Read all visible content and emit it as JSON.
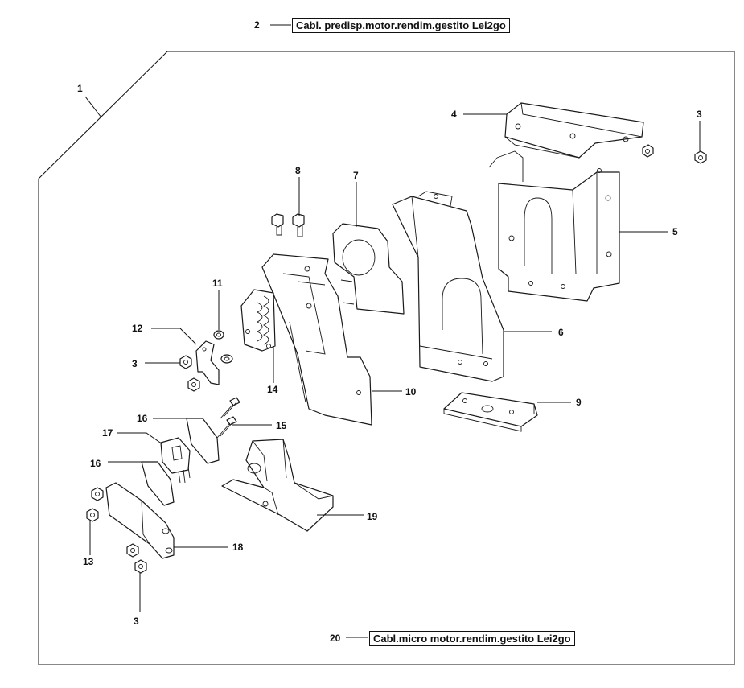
{
  "header_label": {
    "number": "2",
    "text": "Cabl. predisp.motor.rendim.gestito Lei2go"
  },
  "footer_label": {
    "number": "20",
    "text": "Cabl.micro motor.rendim.gestito Lei2go"
  },
  "callouts": {
    "c1": "1",
    "c3a": "3",
    "c3b": "3",
    "c3c": "3",
    "c4": "4",
    "c5": "5",
    "c6": "6",
    "c7": "7",
    "c8": "8",
    "c9": "9",
    "c10": "10",
    "c11": "11",
    "c12": "12",
    "c13": "13",
    "c14": "14",
    "c15": "15",
    "c16a": "16",
    "c16b": "16",
    "c17": "17",
    "c18": "18",
    "c19": "19"
  }
}
